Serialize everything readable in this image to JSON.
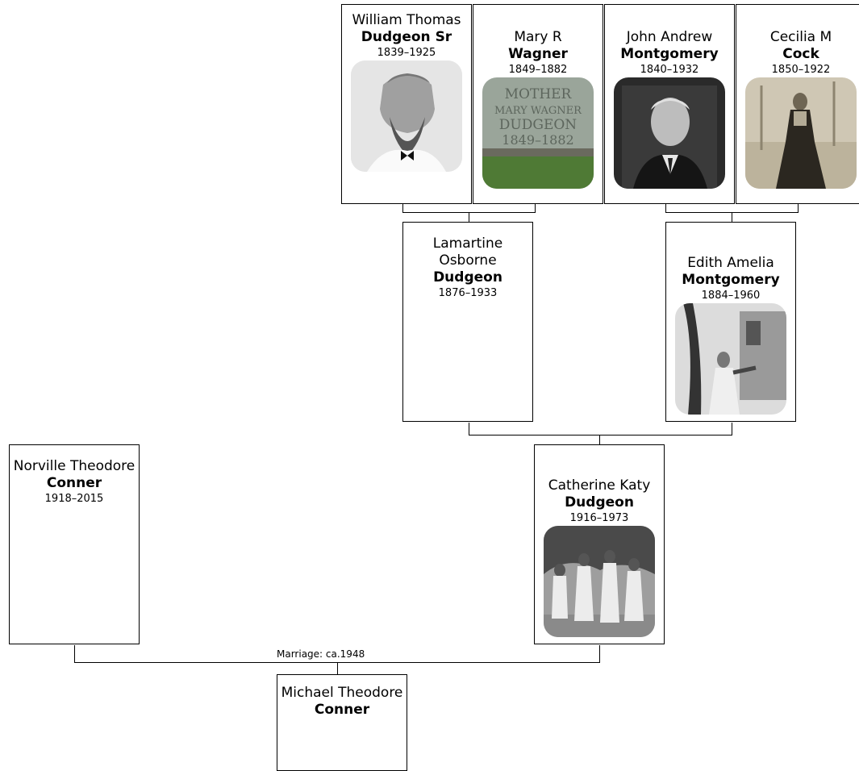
{
  "persons": {
    "william": {
      "first": "William Thomas",
      "surname": "Dudgeon Sr",
      "dates": "1839–1925",
      "photo": "portrait-photo"
    },
    "mary": {
      "first": "Mary R",
      "surname": "Wagner",
      "dates": "1849–1882",
      "photo": "gravestone-photo",
      "stone_lines": [
        "MOTHER",
        "MARY WAGNER",
        "DUDGEON",
        "1849–1882"
      ]
    },
    "john": {
      "first": "John Andrew",
      "surname": "Montgomery",
      "dates": "1840–1932",
      "photo": "portrait-photo"
    },
    "cecilia": {
      "first": "Cecilia M",
      "surname": "Cock",
      "dates": "1850–1922",
      "photo": "portrait-photo"
    },
    "lamartine": {
      "first": "Lamartine Osborne",
      "surname": "Dudgeon",
      "dates": "1876–1933"
    },
    "edith": {
      "first": "Edith Amelia",
      "surname": "Montgomery",
      "dates": "1884–1960",
      "photo": "porch-photo"
    },
    "norville": {
      "first": "Norville Theodore",
      "surname": "Conner",
      "dates": "1918–2015"
    },
    "catherine": {
      "first": "Catherine Katy",
      "surname": "Dudgeon",
      "dates": "1916–1973",
      "photo": "group-photo"
    },
    "michael": {
      "first": "Michael Theodore",
      "surname": "Conner"
    }
  },
  "marriage_label": "Marriage: ca.1948",
  "colors": {
    "line": "#000000",
    "card_border": "#000000",
    "background": "#ffffff"
  }
}
